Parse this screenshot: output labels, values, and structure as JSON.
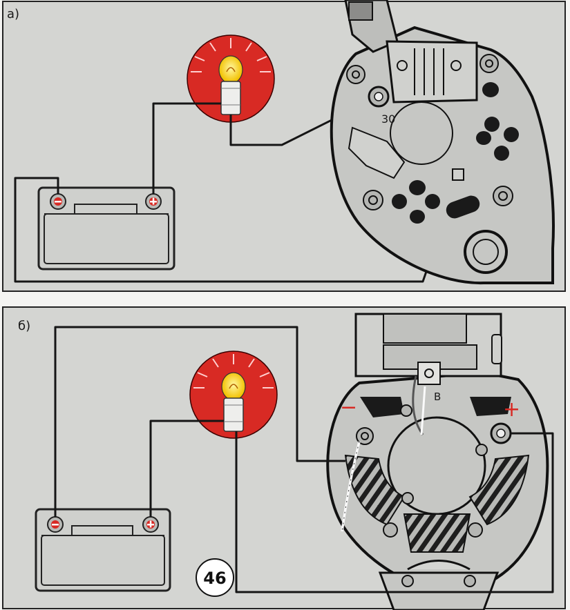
{
  "panel_a": {
    "label": "а)",
    "terminal_label": "30"
  },
  "panel_b": {
    "label": "б)",
    "terminal_b_label": "B",
    "minus_sign": "−",
    "plus_sign": "+"
  },
  "page_number": "46",
  "colors": {
    "panel_fill": "#d4d5d2",
    "wire": "#151515",
    "lamp_disc": "#d82a24",
    "lamp_glow": "#ffe44a",
    "alt_fill": "#c6c7c4"
  }
}
